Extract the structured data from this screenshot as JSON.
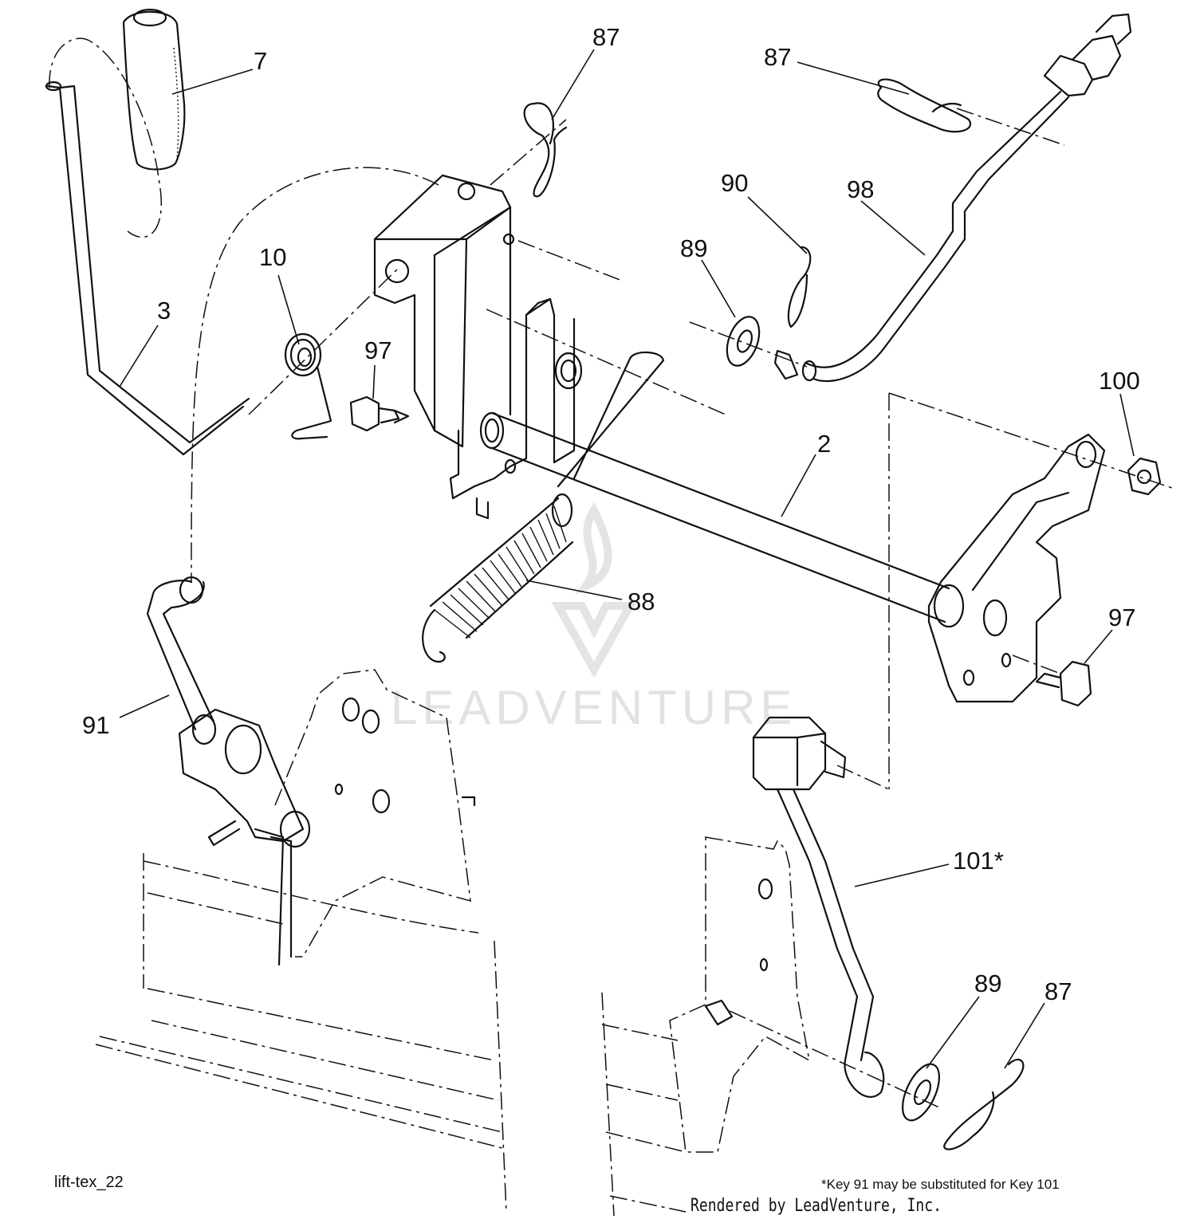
{
  "diagram": {
    "id_label": "lift-tex_22",
    "footnote": "*Key 91 may be substituted for Key 101",
    "credit": "Rendered by LeadVenture, Inc.",
    "watermark": "LEADVENTURE",
    "callouts": {
      "c7": "7",
      "c87a": "87",
      "c87b": "87",
      "c87c": "87",
      "c10": "10",
      "c3": "3",
      "c97a": "97",
      "c97b": "97",
      "c89a": "89",
      "c89b": "89",
      "c90": "90",
      "c98": "98",
      "c100": "100",
      "c2": "2",
      "c88": "88",
      "c91": "91",
      "c101": "101*"
    }
  }
}
